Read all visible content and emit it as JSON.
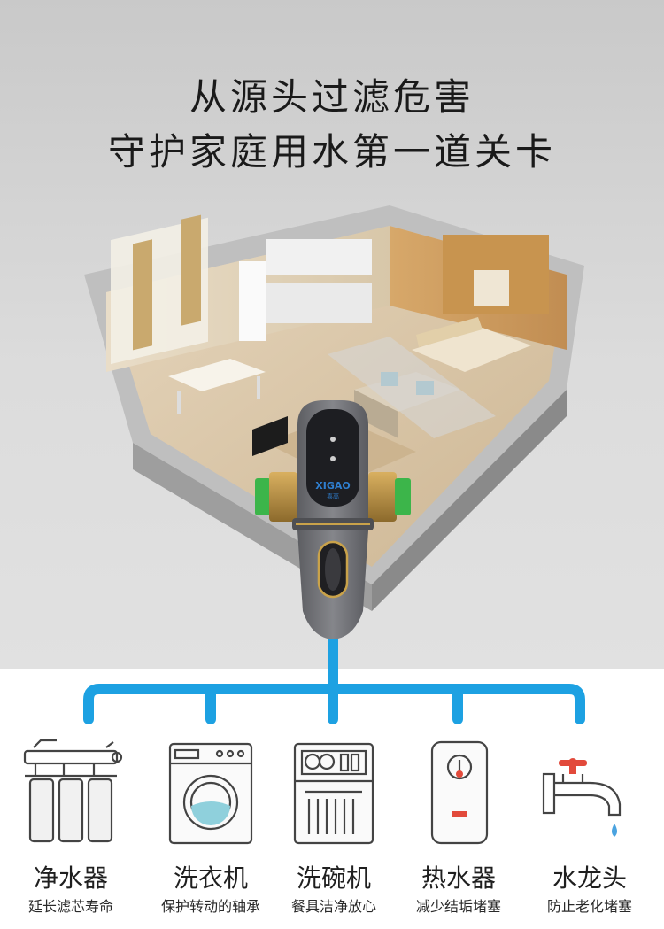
{
  "headline": {
    "line1": "从源头过滤危害",
    "line2": "守护家庭用水第一道关卡"
  },
  "product": {
    "brand": "XIGAO",
    "brand_cn": "喜高"
  },
  "colors": {
    "pipe": "#1da1e2",
    "bg_top": "#d6d6d6",
    "device_body": "#6f7075",
    "device_accent": "#c9a24a",
    "fitting_green": "#3cb54a",
    "fitting_brass": "#b98d3a"
  },
  "appliances": [
    {
      "icon": "water-purifier-icon",
      "name": "净水器",
      "desc": "延长滤芯寿命"
    },
    {
      "icon": "washing-machine-icon",
      "name": "洗衣机",
      "desc": "保护转动的轴承"
    },
    {
      "icon": "dishwasher-icon",
      "name": "洗碗机",
      "desc": "餐具洁净放心"
    },
    {
      "icon": "water-heater-icon",
      "name": "热水器",
      "desc": "减少结垢堵塞"
    },
    {
      "icon": "faucet-icon",
      "name": "水龙头",
      "desc": "防止老化堵塞"
    }
  ]
}
